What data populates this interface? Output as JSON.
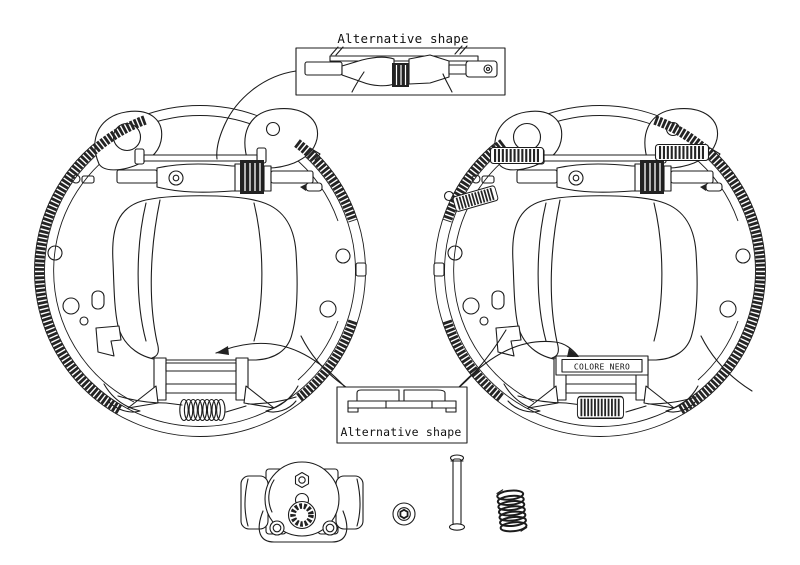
{
  "figure": {
    "background": "#ffffff",
    "line_color": "#1c1c1c",
    "callout_top": {
      "label": "Alternative shape"
    },
    "callout_bottom": {
      "label": "Alternative shape"
    },
    "right_assembly": {
      "strut_label": "COLORE NERO"
    }
  }
}
